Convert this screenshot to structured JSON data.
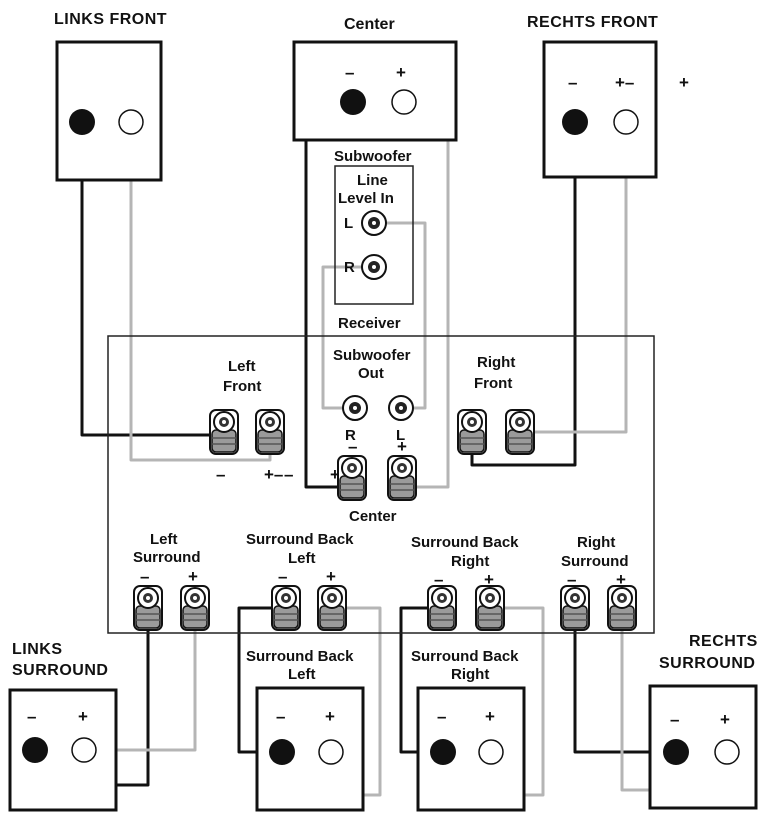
{
  "speakers": {
    "front_left": {
      "title_line1": "LINKS FRONT",
      "minus": "",
      "plus": ""
    },
    "center": {
      "title_line1": "Center",
      "minus": "–",
      "plus": "+"
    },
    "front_right": {
      "title_line1": "RECHTS FRONT",
      "minus": "–",
      "plus": "+–",
      "extra_plus": "+"
    },
    "surround_left": {
      "title_line1": "LINKS",
      "title_line2": "SURROUND",
      "minus": "–",
      "plus": "+"
    },
    "surround_back_left": {
      "title_line1": "Surround Back",
      "title_line2": "Left",
      "minus": "–",
      "plus": "+"
    },
    "surround_back_right": {
      "title_line1": "Surround Back",
      "title_line2": "Right",
      "minus": "–",
      "plus": "+"
    },
    "surround_right": {
      "title_line1": "RECHTS",
      "title_line2": "SURROUND",
      "minus": "–",
      "plus": "+"
    }
  },
  "subwoofer": {
    "title": "Subwoofer",
    "input_line1": "Line",
    "input_line2": "Level In",
    "left": "L",
    "right": "R"
  },
  "receiver": {
    "title": "Receiver",
    "sub_out_line1": "Subwoofer",
    "sub_out_line2": "Out",
    "sub_out_r": "R",
    "sub_out_l": "L",
    "left_front_line1": "Left",
    "left_front_line2": "Front",
    "left_front_minus": "–",
    "left_front_plus": "+–",
    "right_front_line1": "Right",
    "right_front_line2": "Front",
    "center_label": "Center",
    "center_minus": "–",
    "center_plus": "+",
    "center_minus2": "–",
    "center_plus2": "+",
    "left_surround_line1": "Left",
    "left_surround_line2": "Surround",
    "left_surround_minus": "–",
    "left_surround_plus": "+",
    "sbl_line1": "Surround Back",
    "sbl_line2": "Left",
    "sbl_minus": "–",
    "sbl_plus": "+",
    "sbr_line1": "Surround Back",
    "sbr_line2": "Right",
    "sbr_minus": "–",
    "sbr_plus": "+",
    "right_surround_line1": "Right",
    "right_surround_line2": "Surround",
    "right_surround_minus": "–",
    "right_surround_plus": "+"
  },
  "colors": {
    "negative_wire": "#111111",
    "positive_wire": "#b5b5b5"
  }
}
